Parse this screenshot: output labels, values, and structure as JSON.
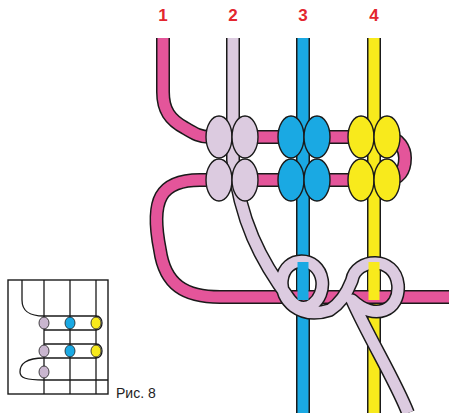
{
  "diagram": {
    "caption": "Рис. 8",
    "labels": [
      "1",
      "2",
      "3",
      "4"
    ]
  }
}
